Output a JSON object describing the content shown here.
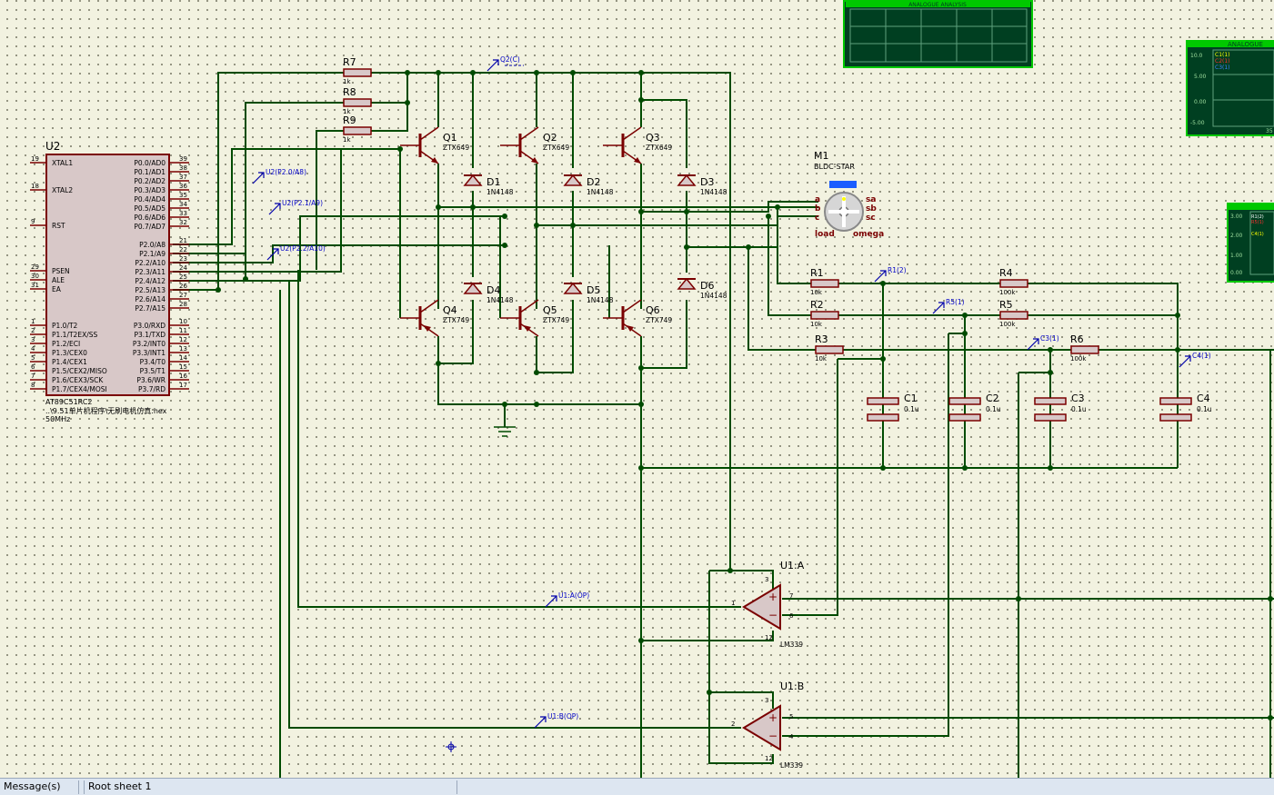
{
  "mcu": {
    "ref": "U2",
    "part": "AT89C51RC2",
    "file": "..\\9.51单片机程序\\无刷电机仿真.hex",
    "clock": "50MHz",
    "left_pins": [
      {
        "num": "19",
        "name": "XTAL1"
      },
      {
        "num": "18",
        "name": "XTAL2"
      },
      {
        "num": "9",
        "name": "RST"
      },
      {
        "num": "29",
        "name": "PSEN"
      },
      {
        "num": "30",
        "name": "ALE"
      },
      {
        "num": "31",
        "name": "EA"
      },
      {
        "num": "1",
        "name": "P1.0/T2"
      },
      {
        "num": "2",
        "name": "P1.1/T2EX/SS"
      },
      {
        "num": "3",
        "name": "P1.2/ECI"
      },
      {
        "num": "4",
        "name": "P1.3/CEX0"
      },
      {
        "num": "5",
        "name": "P1.4/CEX1"
      },
      {
        "num": "6",
        "name": "P1.5/CEX2/MISO"
      },
      {
        "num": "7",
        "name": "P1.6/CEX3/SCK"
      },
      {
        "num": "8",
        "name": "P1.7/CEX4/MOSI"
      }
    ],
    "right_pins": [
      {
        "num": "39",
        "name": "P0.0/AD0"
      },
      {
        "num": "38",
        "name": "P0.1/AD1"
      },
      {
        "num": "37",
        "name": "P0.2/AD2"
      },
      {
        "num": "36",
        "name": "P0.3/AD3"
      },
      {
        "num": "35",
        "name": "P0.4/AD4"
      },
      {
        "num": "34",
        "name": "P0.5/AD5"
      },
      {
        "num": "33",
        "name": "P0.6/AD6"
      },
      {
        "num": "32",
        "name": "P0.7/AD7"
      },
      {
        "num": "21",
        "name": "P2.0/A8"
      },
      {
        "num": "22",
        "name": "P2.1/A9"
      },
      {
        "num": "23",
        "name": "P2.2/A10"
      },
      {
        "num": "24",
        "name": "P2.3/A11"
      },
      {
        "num": "25",
        "name": "P2.4/A12"
      },
      {
        "num": "26",
        "name": "P2.5/A13"
      },
      {
        "num": "27",
        "name": "P2.6/A14"
      },
      {
        "num": "28",
        "name": "P2.7/A15"
      },
      {
        "num": "10",
        "name": "P3.0/RXD"
      },
      {
        "num": "11",
        "name": "P3.1/TXD"
      },
      {
        "num": "12",
        "name": "P3.2/INT0"
      },
      {
        "num": "13",
        "name": "P3.3/INT1"
      },
      {
        "num": "14",
        "name": "P3.4/T0"
      },
      {
        "num": "15",
        "name": "P3.5/T1"
      },
      {
        "num": "16",
        "name": "P3.6/WR"
      },
      {
        "num": "17",
        "name": "P3.7/RD"
      }
    ]
  },
  "resistors": [
    {
      "ref": "R7",
      "value": "1k"
    },
    {
      "ref": "R8",
      "value": "1k"
    },
    {
      "ref": "R9",
      "value": "1k"
    },
    {
      "ref": "R1",
      "value": "10k"
    },
    {
      "ref": "R2",
      "value": "10k"
    },
    {
      "ref": "R3",
      "value": "10k"
    },
    {
      "ref": "R4",
      "value": "100k"
    },
    {
      "ref": "R5",
      "value": "100k"
    },
    {
      "ref": "R6",
      "value": "100k"
    }
  ],
  "transistors": [
    {
      "ref": "Q1",
      "part": "ZTX649"
    },
    {
      "ref": "Q2",
      "part": "ZTX649"
    },
    {
      "ref": "Q3",
      "part": "ZTX649"
    },
    {
      "ref": "Q4",
      "part": "ZTX749"
    },
    {
      "ref": "Q5",
      "part": "ZTX749"
    },
    {
      "ref": "Q6",
      "part": "ZTX749"
    }
  ],
  "diodes": [
    {
      "ref": "D1",
      "part": "1N4148"
    },
    {
      "ref": "D2",
      "part": "1N4148"
    },
    {
      "ref": "D3",
      "part": "1N4148"
    },
    {
      "ref": "D4",
      "part": "1N4148"
    },
    {
      "ref": "D5",
      "part": "1N4148"
    },
    {
      "ref": "D6",
      "part": "1N4148"
    }
  ],
  "capacitors": [
    {
      "ref": "C1",
      "value": "0.1u"
    },
    {
      "ref": "C2",
      "value": "0.1u"
    },
    {
      "ref": "C3",
      "value": "0.1u"
    },
    {
      "ref": "C4",
      "value": "0.1u"
    }
  ],
  "motor": {
    "ref": "M1",
    "part": "BLDC-STAR",
    "pins_left": [
      "a",
      "b",
      "c"
    ],
    "pins_right": [
      "sa",
      "sb",
      "sc"
    ],
    "load": "load",
    "omega": "omega"
  },
  "comparators": [
    {
      "ref": "U1:A",
      "part": "LM339",
      "in_plus": "7",
      "in_minus": "6",
      "out": "1",
      "vcc": "3",
      "gnd": "12"
    },
    {
      "ref": "U1:B",
      "part": "LM339",
      "in_plus": "5",
      "in_minus": "4",
      "out": "2",
      "vcc": "3",
      "gnd": "12"
    }
  ],
  "probes": [
    "Q2(C)",
    "U2(P2.0/A8)",
    "U2(P2.1/A9)",
    "U2(P2.2/A10)",
    "R1(2)",
    "R5(1)",
    "C3(1)",
    "C4(1)",
    "U1:A(OP)",
    "U1:B(OP)"
  ],
  "scope1": {
    "title": "ANALOGUE ANALYSIS"
  },
  "scope2": {
    "title": "ANALOGUE",
    "traces": [
      "C1(1)",
      "C2(1)",
      "C3(1)"
    ],
    "yticks": [
      "10.0",
      "5.00",
      "0.00",
      "-5.00"
    ],
    "xend": "35"
  },
  "scope3": {
    "traces": [
      "R1(2)",
      "R5(1)",
      "C4(1)"
    ],
    "yticks": [
      "3.00",
      "2.00",
      "1.00",
      "0.00"
    ]
  },
  "statusbar": {
    "messages": "Message(s)",
    "sheet": "Root sheet 1"
  },
  "colors": {
    "wire": "#004b00",
    "component": "#7a0000",
    "label": "#0000c8",
    "probe": "#0000aa",
    "scope_bg": "#003f21",
    "scope_frame": "#00c800"
  }
}
